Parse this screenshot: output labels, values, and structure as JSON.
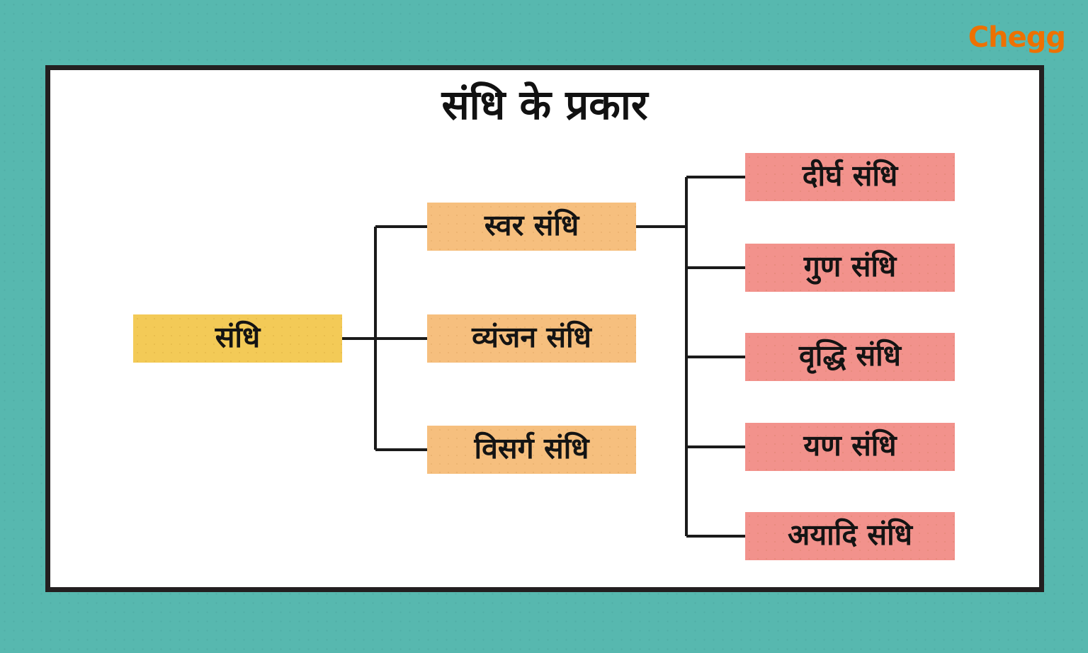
{
  "page": {
    "background_color": "#57B8AF",
    "panel_border_color": "#231F20",
    "line_color": "#1A1A1A"
  },
  "brand": {
    "label": "Chegg",
    "color": "#ED7102"
  },
  "diagram": {
    "title": "संधि के प्रकार",
    "root": {
      "label": "संधि",
      "color": "#F3CA57"
    },
    "level1_color": "#F6BF7E",
    "level2_color": "#F2928C",
    "level1": [
      {
        "label": "स्वर संधि"
      },
      {
        "label": "व्यंजन संधि"
      },
      {
        "label": "विसर्ग संधि"
      }
    ],
    "level2": [
      {
        "label": "दीर्घ संधि"
      },
      {
        "label": "गुण संधि"
      },
      {
        "label": "वृद्धि संधि"
      },
      {
        "label": "यण संधि"
      },
      {
        "label": "अयादि संधि"
      }
    ]
  }
}
